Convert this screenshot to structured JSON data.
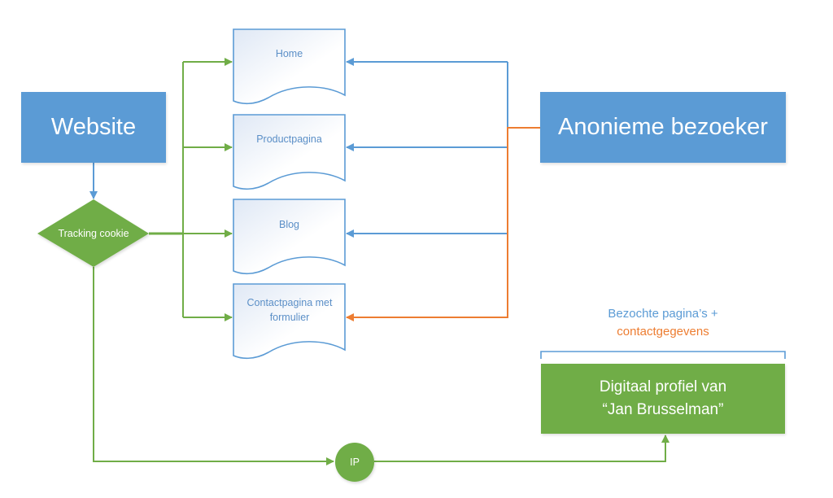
{
  "colors": {
    "blue": "#5b9bd5",
    "green": "#70ad47",
    "orange": "#ed7d31",
    "doc_text": "#5b8fc7"
  },
  "nodes": {
    "website": {
      "label": "Website",
      "shape": "rectangle"
    },
    "tracking_cookie": {
      "label": "Tracking cookie",
      "shape": "diamond"
    },
    "anonymous_visitor": {
      "label": "Anonieme bezoeker",
      "shape": "rectangle"
    },
    "ip": {
      "label": "IP",
      "shape": "circle"
    },
    "profile": {
      "line1": "Digitaal profiel van",
      "line2": "“Jan Brusselman”",
      "shape": "rectangle"
    },
    "pages": [
      {
        "label": "Home",
        "shape": "document"
      },
      {
        "label": "Productpagina",
        "shape": "document"
      },
      {
        "label": "Blog",
        "shape": "document"
      },
      {
        "label": "Contactpagina met formulier",
        "shape": "document"
      }
    ]
  },
  "legend": {
    "line1": "Bezochte pagina’s +",
    "line2": "contactgegevens"
  },
  "edges": [
    {
      "from": "website",
      "to": "tracking_cookie",
      "color": "blue"
    },
    {
      "from": "tracking_cookie",
      "to": "Home",
      "color": "green"
    },
    {
      "from": "tracking_cookie",
      "to": "Productpagina",
      "color": "green"
    },
    {
      "from": "tracking_cookie",
      "to": "Blog",
      "color": "green"
    },
    {
      "from": "tracking_cookie",
      "to": "Contactpagina met formulier",
      "color": "green"
    },
    {
      "from": "anonymous_visitor",
      "to": "Home",
      "color": "blue"
    },
    {
      "from": "anonymous_visitor",
      "to": "Productpagina",
      "color": "blue"
    },
    {
      "from": "anonymous_visitor",
      "to": "Blog",
      "color": "blue"
    },
    {
      "from": "anonymous_visitor",
      "to": "Contactpagina met formulier",
      "color": "orange"
    },
    {
      "from": "tracking_cookie",
      "to": "ip",
      "color": "green"
    },
    {
      "from": "ip",
      "to": "profile",
      "color": "green"
    }
  ]
}
